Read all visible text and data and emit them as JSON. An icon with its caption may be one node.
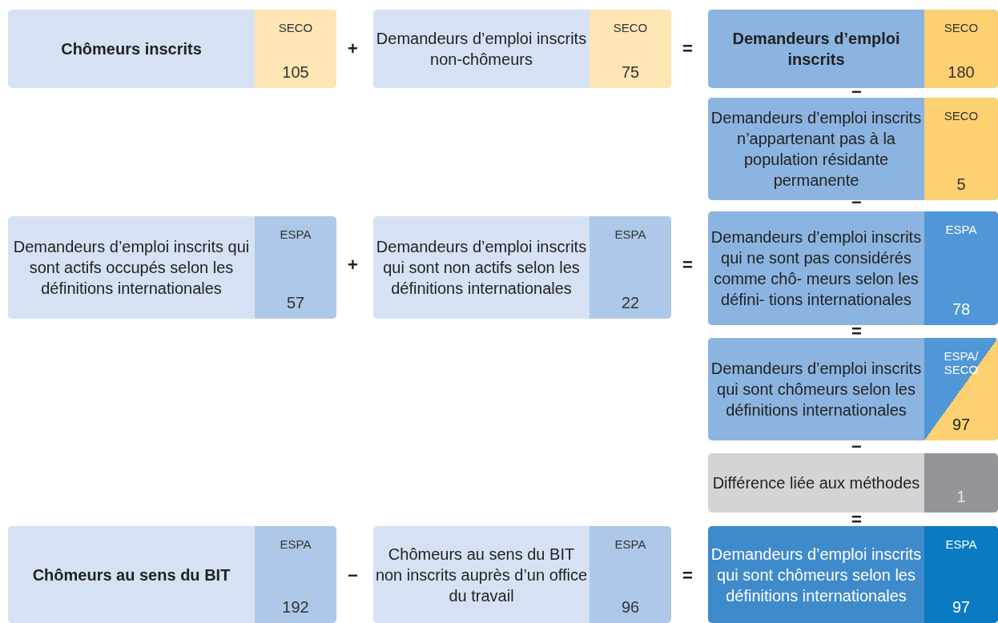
{
  "diagram": {
    "nodes": [
      {
        "text": [
          "Chômeurs inscrits",
          "SECO",
          "105"
        ]
      },
      {
        "text": [
          "Demandeurs d’emploi inscrits non-chômeurs",
          "SECO",
          "75"
        ]
      },
      {
        "text": [
          "Demandeurs d’emploi inscrits",
          "SECO",
          "180"
        ]
      },
      {
        "text": [
          "Demandeurs d’emploi inscrits n’appartenant pas à la population résidante permanente",
          "SECO",
          "5"
        ]
      },
      {
        "text": [
          "Demandeurs d’emploi inscrits qui sont actifs occupés selon les définitions internationales",
          "ESPA",
          "57"
        ]
      },
      {
        "text": [
          "Demandeurs d’emploi inscrits qui sont non actifs selon les définitions internationales",
          "ESPA",
          "22"
        ]
      },
      {
        "text": [
          "Demandeurs d’emploi inscrits qui ne sont pas considérés comme chô- meurs selon les défini- tions internationales",
          "ESPA",
          "78"
        ]
      },
      {
        "text": [
          "Demandeurs d’emploi inscrits qui sont chômeurs selon les définitions internationales",
          "ESPA/ SECO",
          "97"
        ]
      },
      {
        "text": [
          "Différence liée aux méthodes",
          "1"
        ]
      },
      {
        "text": [
          "Chômeurs au sens du BIT",
          "ESPA",
          "192"
        ]
      },
      {
        "text": [
          "Chômeurs au sens du BIT non inscrits auprès d’un office du travail",
          "ESPA",
          "96"
        ]
      },
      {
        "text": [
          "Demandeurs d’emploi inscrits qui sont chômeurs selon les définitions internationales",
          "ESPA",
          "97"
        ]
      }
    ],
    "labels": [
      "+",
      "=",
      "−",
      "−",
      "+",
      "=",
      "=",
      "−",
      "=",
      "−",
      "="
    ]
  }
}
